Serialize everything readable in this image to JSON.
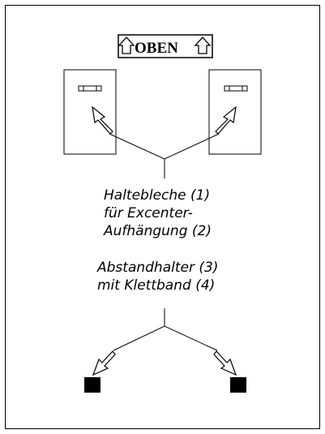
{
  "header": {
    "label": "OBEN"
  },
  "labels": {
    "haltebleche_1": "Haltebleche (1)",
    "haltebleche_2": "für Excenter-",
    "haltebleche_3": "Aufhängung (2)",
    "abstand_1": "Abstandhalter (3)",
    "abstand_2": "mit Klettband (4)"
  },
  "icons": {
    "up_arrow": "up-arrow-icon"
  },
  "colors": {
    "ink": "#000000",
    "background": "#ffffff"
  }
}
